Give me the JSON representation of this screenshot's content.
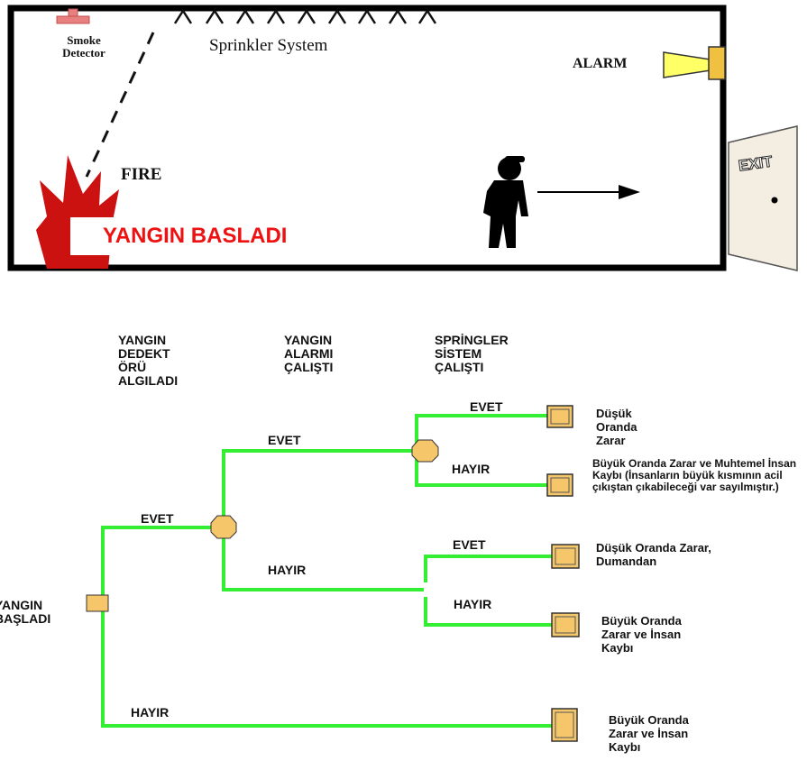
{
  "scene": {
    "smoke_detector": "Smoke Detector",
    "sprinkler_system": "Sprinkler System",
    "alarm": "ALARM",
    "fire": "FIRE",
    "fire_started": "YANGIN BASLADI",
    "exit": "EXIT"
  },
  "tree": {
    "headers": {
      "detector": "YANGIN DEDEKT ÖRÜ ALGILADI",
      "alarm": "YANGIN ALARMI ÇALIŞTI",
      "sprinkler": "SPRİNGLER SİSTEM ÇALIŞTI"
    },
    "initiating_event": "YANGIN BAŞLADI",
    "branch_labels": {
      "detector_yes": "EVET",
      "detector_no": "HAYIR",
      "alarm_yes": "EVET",
      "alarm_no": "HAYIR",
      "sprinkler_yes_upper": "EVET",
      "sprinkler_no_upper": "HAYIR",
      "sprinkler_yes_lower": "EVET",
      "sprinkler_no_lower": "HAYIR"
    },
    "outcomes": [
      "Düşük Oranda Zarar",
      "Büyük Oranda Zarar ve Muhtemel İnsan Kaybı (İnsanların büyük kısmının acil çıkıştan çıkabileceği var sayılmıştır.)",
      "Düşük Oranda Zarar, Dumandan",
      "Büyük Oranda Zarar ve İnsan Kaybı",
      "Büyük Oranda Zarar ve İnsan Kaybı"
    ]
  },
  "colors": {
    "branch_line": "#33ee33",
    "node_fill": "#f5c66a",
    "fire_red": "#cc1111",
    "fire_banner_text": "#ee1111",
    "alarm_yellow": "#ffff66"
  }
}
